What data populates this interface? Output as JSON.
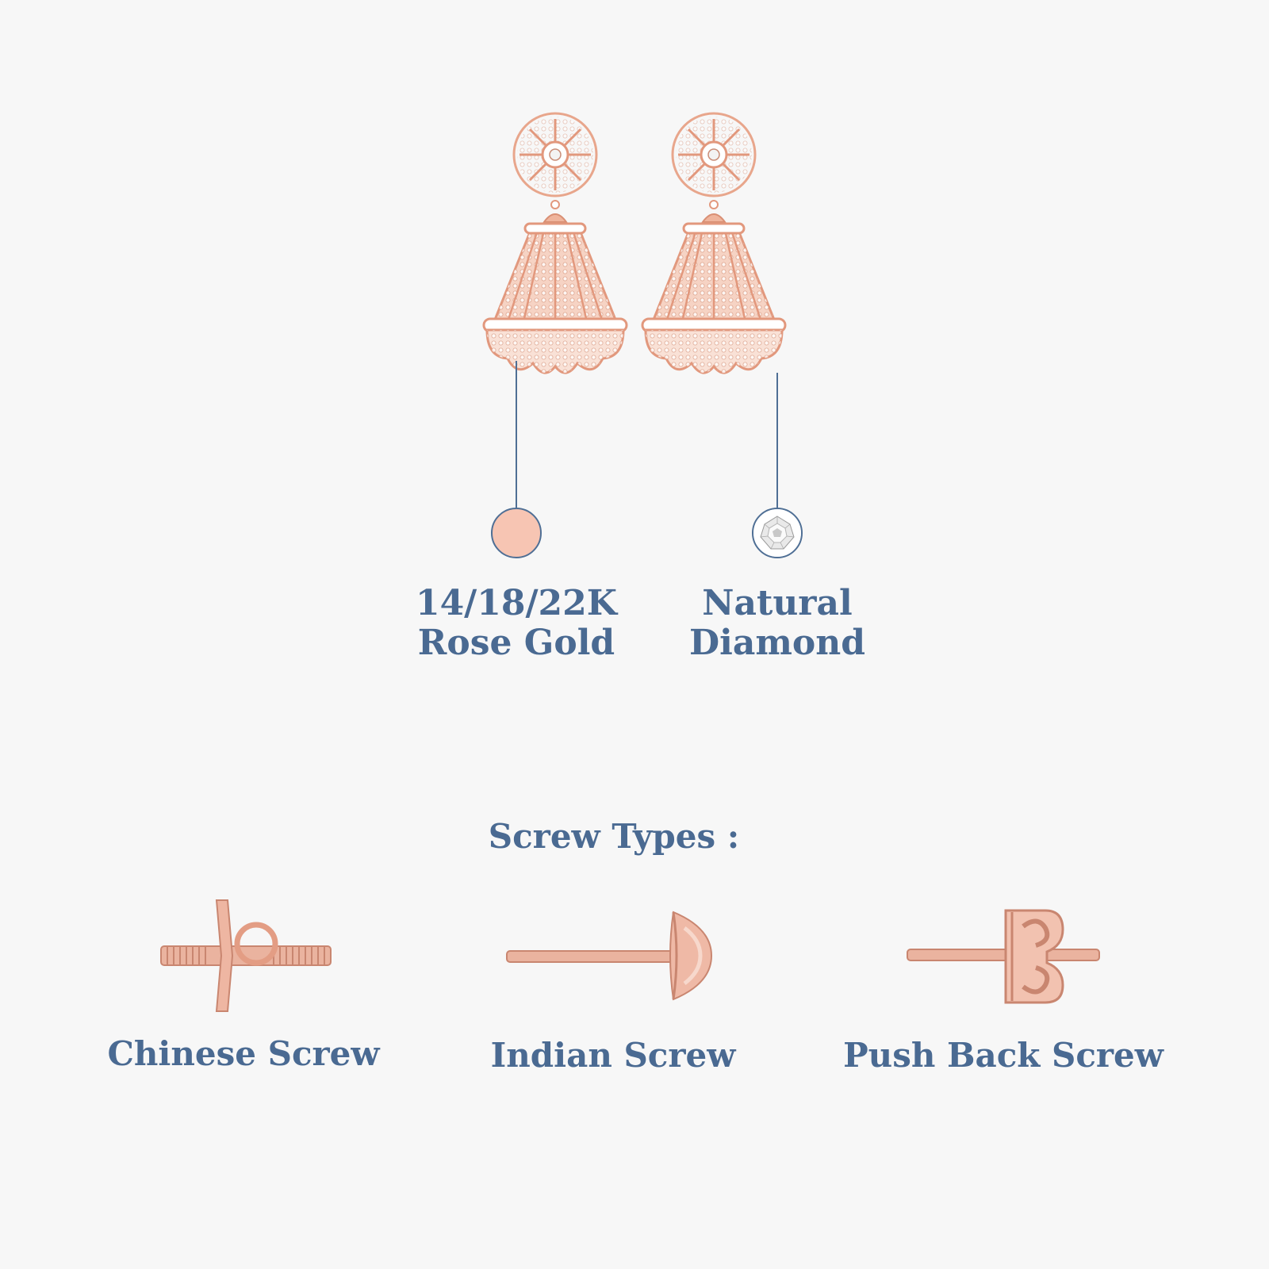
{
  "materials": [
    {
      "line1": "14/18/22K",
      "line2": "Rose Gold",
      "swatch_color": "#f7c5b3",
      "icon": "rose-gold-swatch-icon"
    },
    {
      "line1": "Natural",
      "line2": "Diamond",
      "swatch_color": "#ffffff",
      "icon": "diamond-swatch-icon"
    }
  ],
  "screw_section": {
    "title": "Screw Types :"
  },
  "screws": [
    {
      "label": "Chinese Screw",
      "icon": "chinese-screw-icon"
    },
    {
      "label": "Indian Screw",
      "icon": "indian-screw-icon"
    },
    {
      "label": "Push Back Screw",
      "icon": "push-back-screw-icon"
    }
  ],
  "colors": {
    "text": "#4a6a92",
    "line": "#4f6f95",
    "rose_gold": "#e8a68c",
    "background": "#f7f7f7"
  }
}
